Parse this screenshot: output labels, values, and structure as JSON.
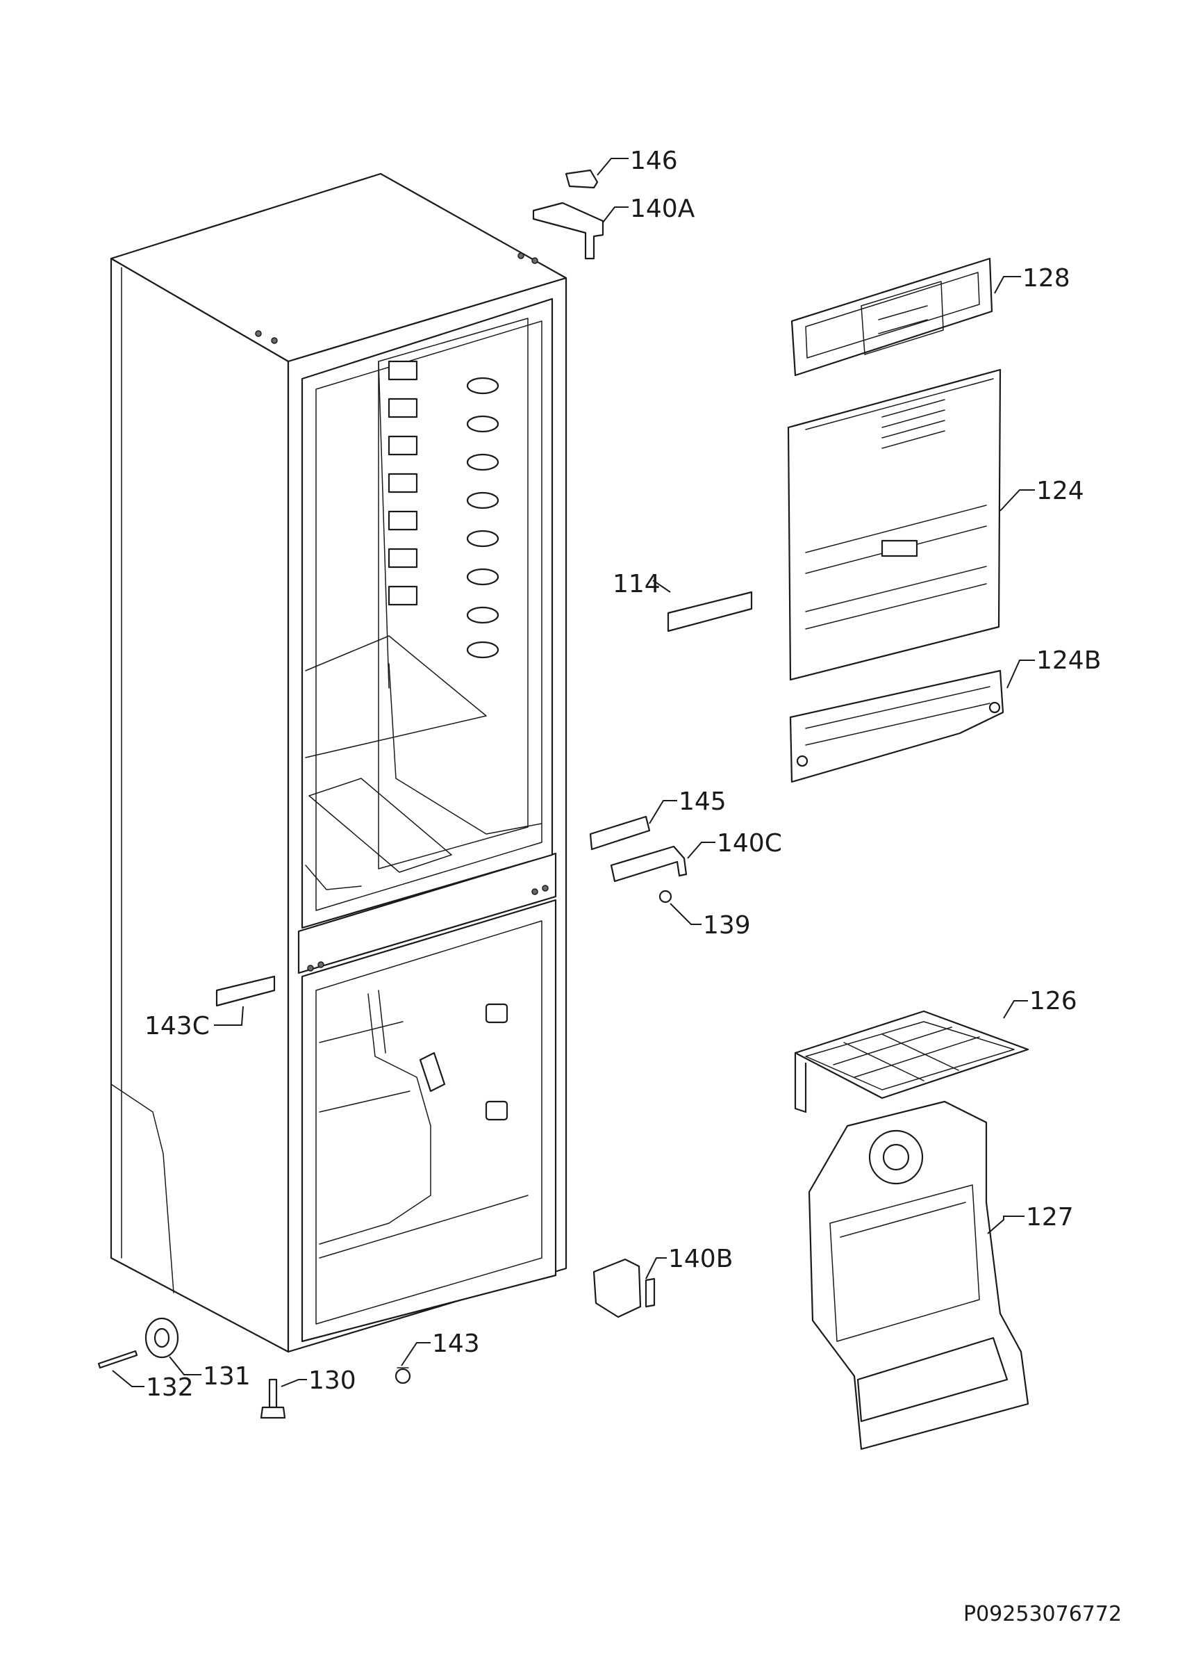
{
  "callouts": {
    "c146": "146",
    "c140A": "140A",
    "c128": "128",
    "c124": "124",
    "c114": "114",
    "c124B": "124B",
    "c145": "145",
    "c140C": "140C",
    "c139": "139",
    "c126": "126",
    "c143C": "143C",
    "c127": "127",
    "c140B": "140B",
    "c143": "143",
    "c131": "131",
    "c132": "132",
    "c130": "130"
  },
  "document_number": "P09253076772",
  "colors": {
    "line": "#1a1a1a",
    "background": "#ffffff"
  }
}
